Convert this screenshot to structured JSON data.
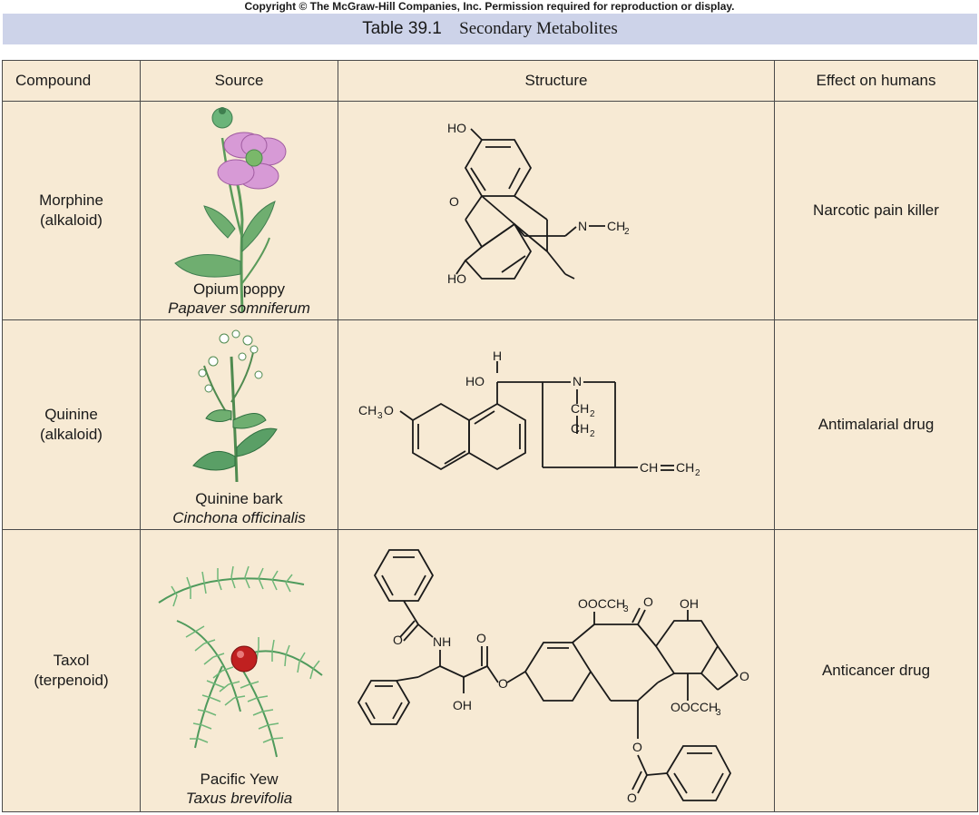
{
  "copyright": "Copyright © The McGraw-Hill Companies, Inc. Permission required for reproduction or display.",
  "title": {
    "number": "Table 39.1",
    "name": "Secondary Metabolites"
  },
  "columns": [
    "Compound",
    "Source",
    "Structure",
    "Effect on humans"
  ],
  "rows": [
    {
      "compound": "Morphine",
      "compound_class": "(alkaloid)",
      "source_common": "Opium poppy",
      "source_scientific": "Papaver somniferum",
      "effect": "Narcotic pain killer",
      "structure_labels": {
        "ho_top": "HO",
        "ho_bottom": "HO",
        "o": "O",
        "n": "N",
        "ch": "CH",
        "ch_sub": "2"
      }
    },
    {
      "compound": "Quinine",
      "compound_class": "(alkaloid)",
      "source_common": "Quinine bark",
      "source_scientific": "Cinchona officinalis",
      "effect": "Antimalarial drug",
      "structure_labels": {
        "h": "H",
        "ho": "HO",
        "n": "N",
        "ch3o": "CH",
        "ch3o_sub": "3",
        "ch3o_o": "O",
        "ch2a": "CH",
        "ch2b": "CH",
        "sub2": "2",
        "vinyl_ch": "CH",
        "vinyl_eq": "CH",
        "vinyl_sub": "2"
      }
    },
    {
      "compound": "Taxol",
      "compound_class": "(terpenoid)",
      "source_common": "Pacific Yew",
      "source_scientific": "Taxus brevifolia",
      "effect": "Anticancer drug",
      "structure_labels": {
        "o1": "O",
        "nh": "NH",
        "o2": "O",
        "oh1": "OH",
        "o3": "O",
        "ooccht": "OOCCH",
        "ooccht_sub": "3",
        "o4": "O",
        "oh2": "OH",
        "o5": "O",
        "ooccb": "OOCCH",
        "ooccb_sub": "3",
        "o6": "O",
        "o7": "O"
      }
    }
  ],
  "colors": {
    "title_bar": "#cdd3e9",
    "table_bg": "#f7ead4",
    "poppy_petal": "#d79ad6",
    "leaf_green": "#4f9a5c",
    "yew_berry": "#c02020"
  }
}
